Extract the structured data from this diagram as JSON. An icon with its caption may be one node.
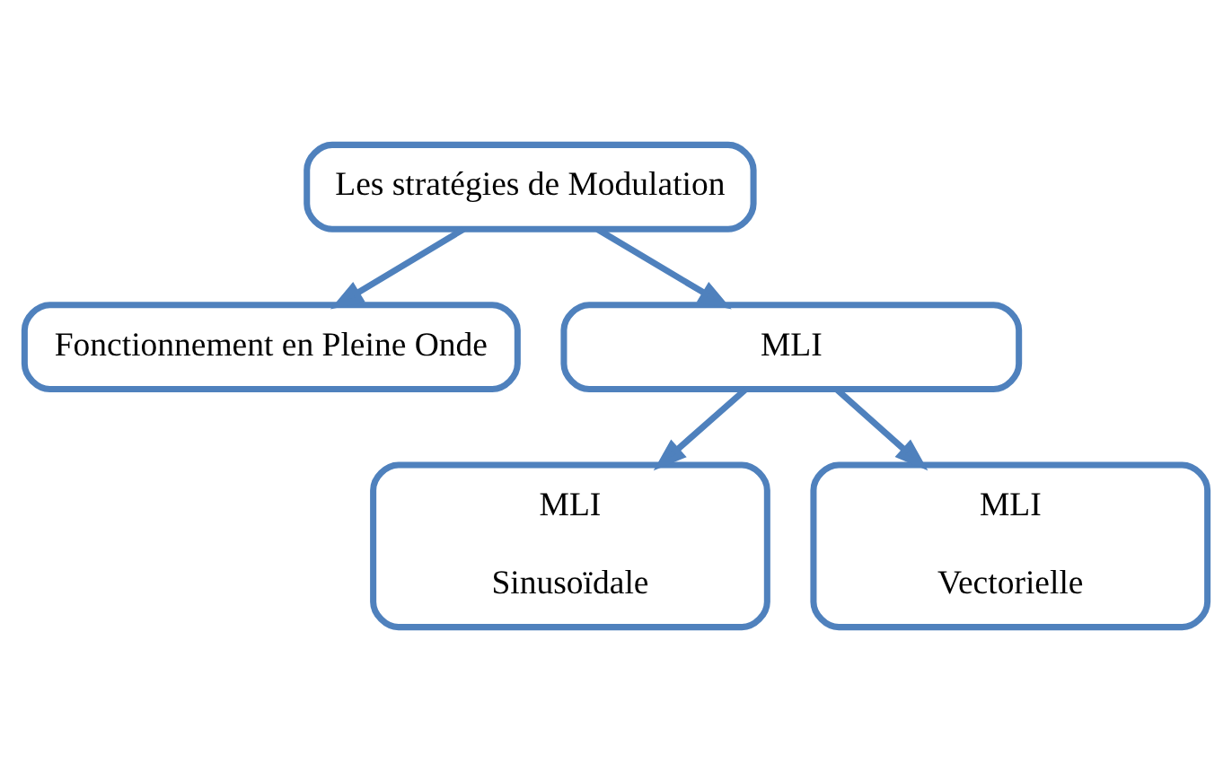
{
  "diagram": {
    "nodes": [
      {
        "text": [
          "Les stratégies de Modulation"
        ]
      },
      {
        "text": [
          "Fonctionnement en Pleine Onde"
        ]
      },
      {
        "text": [
          "MLI"
        ]
      },
      {
        "text": [
          "MLI",
          "Sinusoïdale"
        ]
      },
      {
        "text": [
          "MLI",
          "Vectorielle"
        ]
      }
    ],
    "edges": [
      {
        "from": 0,
        "to": 1,
        "arrow": "to"
      },
      {
        "from": 0,
        "to": 2,
        "arrow": "to"
      },
      {
        "from": 2,
        "to": 3,
        "arrow": "to"
      },
      {
        "from": 2,
        "to": 4,
        "arrow": "to"
      }
    ]
  }
}
